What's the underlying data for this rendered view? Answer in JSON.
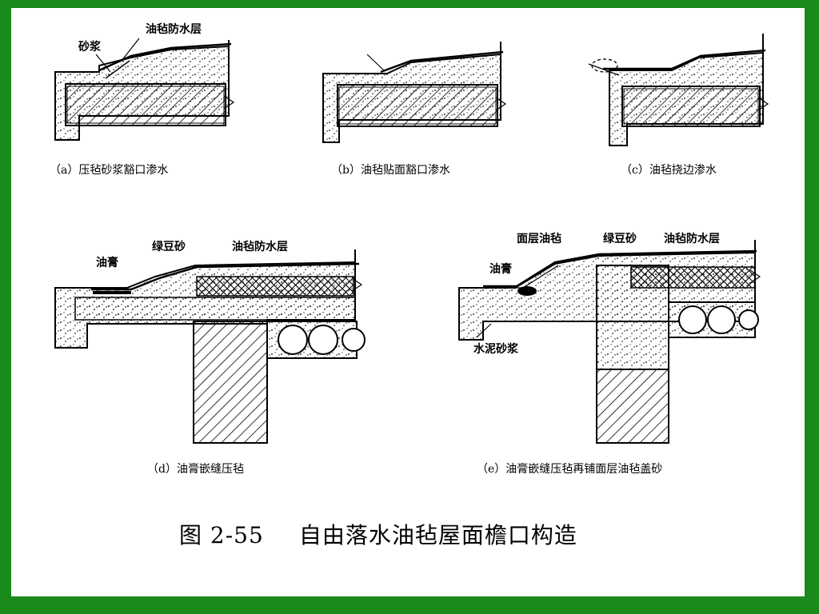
{
  "figure": {
    "number": "图 2-55",
    "title": "自由落水油毡屋面檐口构造"
  },
  "panels": [
    {
      "id": "a",
      "caption": "（a）压毡砂浆豁口渗水",
      "labels": [
        "砂浆",
        "油毡防水层"
      ]
    },
    {
      "id": "b",
      "caption": "（b）油毡贴面豁口渗水",
      "labels": []
    },
    {
      "id": "c",
      "caption": "（c）油毡挠边渗水",
      "labels": []
    },
    {
      "id": "d",
      "caption": "（d）油膏嵌缝压毡",
      "labels": [
        "油膏",
        "绿豆砂",
        "油毡防水层"
      ]
    },
    {
      "id": "e",
      "caption": "（e）油膏嵌缝压毡再铺面层油毡盖砂",
      "labels": [
        "面层油毡",
        "绿豆砂",
        "油毡防水层",
        "油膏",
        "水泥砂浆"
      ]
    }
  ],
  "colors": {
    "border": "#1a8a1a",
    "ink": "#000000",
    "paper": "#ffffff"
  }
}
